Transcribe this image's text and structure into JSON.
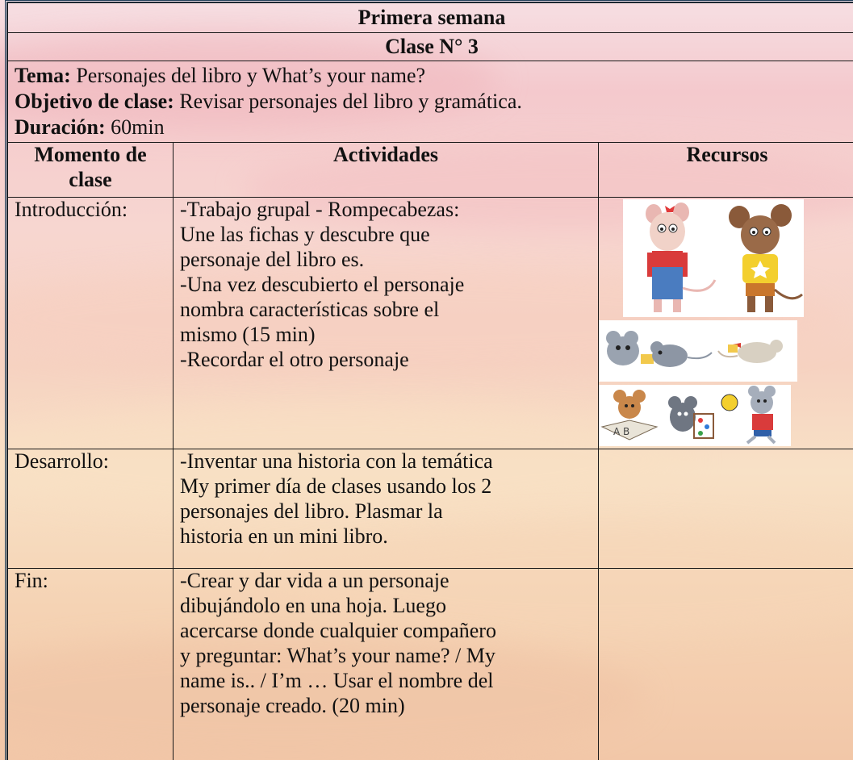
{
  "header": {
    "week": "Primera semana",
    "class_no": "Clase N° 3"
  },
  "info": {
    "tema_label": "Tema:",
    "tema_value": " Personajes del libro y What’s your name?",
    "objetivo_label": "Objetivo de clase:",
    "objetivo_value": " Revisar personajes del libro y gramática.",
    "duracion_label": "Duración:",
    "duracion_value": " 60min"
  },
  "columns": {
    "moment_line1": "Momento de",
    "moment_line2": "clase",
    "activities": "Actividades",
    "resources": "Recursos"
  },
  "rows": [
    {
      "moment": "Introducción:",
      "lines": [
        "-Trabajo grupal - Rompecabezas:",
        "Une las fichas y descubre que",
        "personaje del libro es.",
        "-Una vez descubierto el personaje",
        "nombra características sobre el",
        "mismo (15 min)",
        "-Recordar el otro personaje"
      ]
    },
    {
      "moment": "Desarrollo:",
      "lines": [
        "-Inventar una historia con la temática",
        "My primer día de clases usando los 2",
        "personajes del libro. Plasmar la",
        "historia en un mini libro."
      ]
    },
    {
      "moment": "Fin:",
      "lines": [
        "-Crear y dar vida a un personaje",
        "dibujándolo en una hoja. Luego",
        "acercarse donde cualquier compañero",
        "y preguntar: What’s your name? / My",
        "name is..  / I’m … Usar el nombre del",
        "personaje creado. (20 min)"
      ]
    }
  ],
  "resource_images": [
    {
      "name": "girl-mouse-image"
    },
    {
      "name": "boy-mouse-image"
    },
    {
      "name": "running-mice-image"
    },
    {
      "name": "mouse-reading-image"
    },
    {
      "name": "mouse-abacus-image"
    },
    {
      "name": "mouse-soccer-image"
    }
  ],
  "colors": {
    "border": "#1a1a1a",
    "frame": "#1d3d57",
    "mouse_gray": "#9aa3b0",
    "mouse_brown": "#8a5a3a",
    "mouse_pink": "#e9b7b2"
  }
}
